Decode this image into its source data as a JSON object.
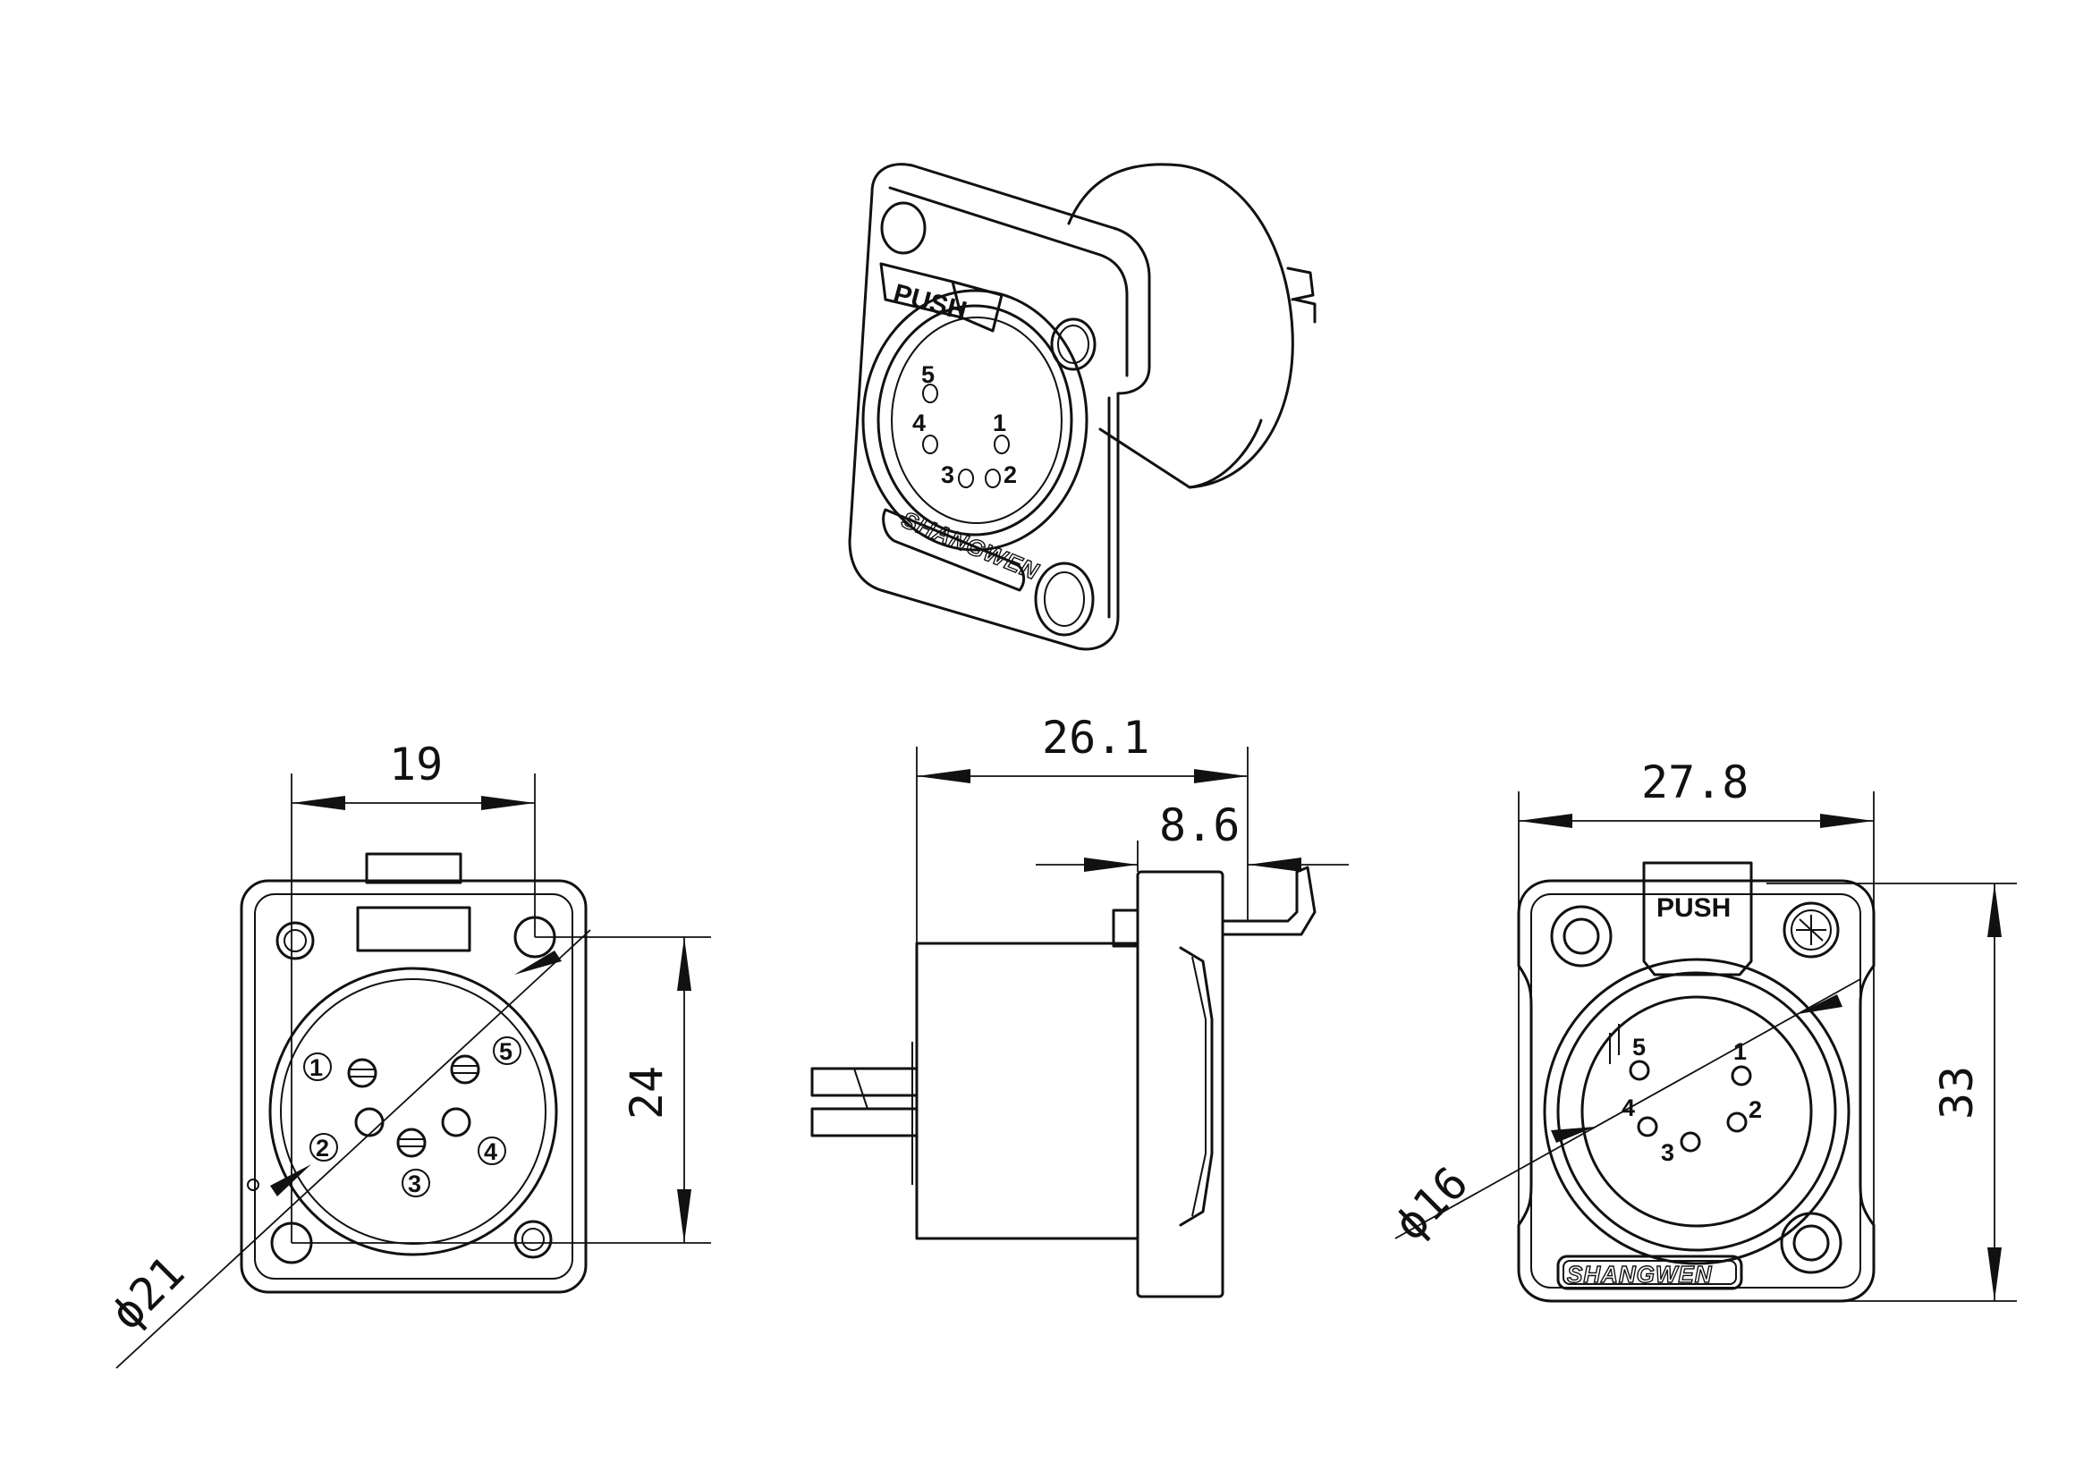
{
  "dimensions": {
    "front_width": "19",
    "front_height": "24",
    "front_diameter": "ϕ21",
    "side_depth": "26.1",
    "side_flange": "8.6",
    "back_width": "27.8",
    "back_height": "33",
    "back_diameter": "ϕ16"
  },
  "labels": {
    "push": "PUSH",
    "brand": "SHANGWEN"
  },
  "pins": {
    "p1": "1",
    "p2": "2",
    "p3": "3",
    "p4": "4",
    "p5": "5"
  }
}
